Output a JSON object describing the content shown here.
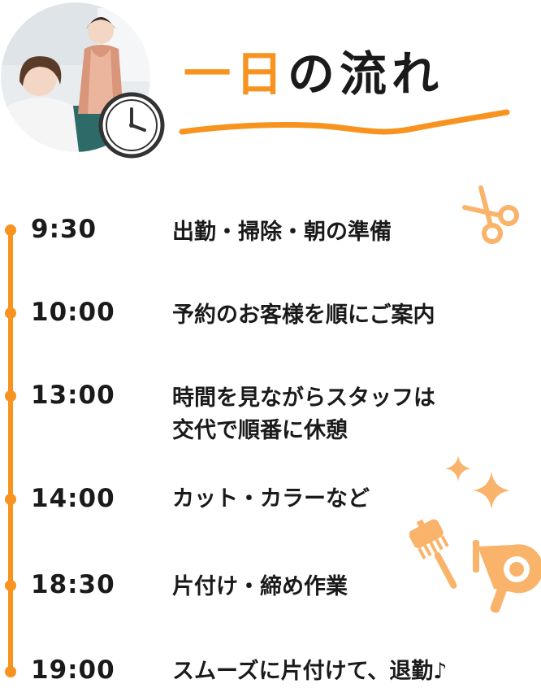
{
  "title": {
    "first": "一日",
    "rest": "の流れ"
  },
  "schedule": [
    {
      "time": "9:30",
      "lines": [
        "出勤・掃除・朝の準備"
      ]
    },
    {
      "time": "10:00",
      "lines": [
        "予約のお客様を順にご案内"
      ]
    },
    {
      "time": "13:00",
      "lines": [
        "時間を見ながらスタッフは",
        "交代で順番に休憩"
      ]
    },
    {
      "time": "14:00",
      "lines": [
        "カット・カラーなど"
      ]
    },
    {
      "time": "18:30",
      "lines": [
        "片付け・締め作業"
      ]
    },
    {
      "time": "19:00",
      "lines": [
        "スムーズに片付けて、退勤♪"
      ]
    }
  ],
  "colors": {
    "accent": "#f7931e",
    "accent_light": "#f9b36a",
    "text": "#1a1a1a"
  },
  "icons": [
    "clock-icon",
    "scissors-icon",
    "sparkle-icon",
    "comb-icon",
    "hair-dryer-icon"
  ]
}
